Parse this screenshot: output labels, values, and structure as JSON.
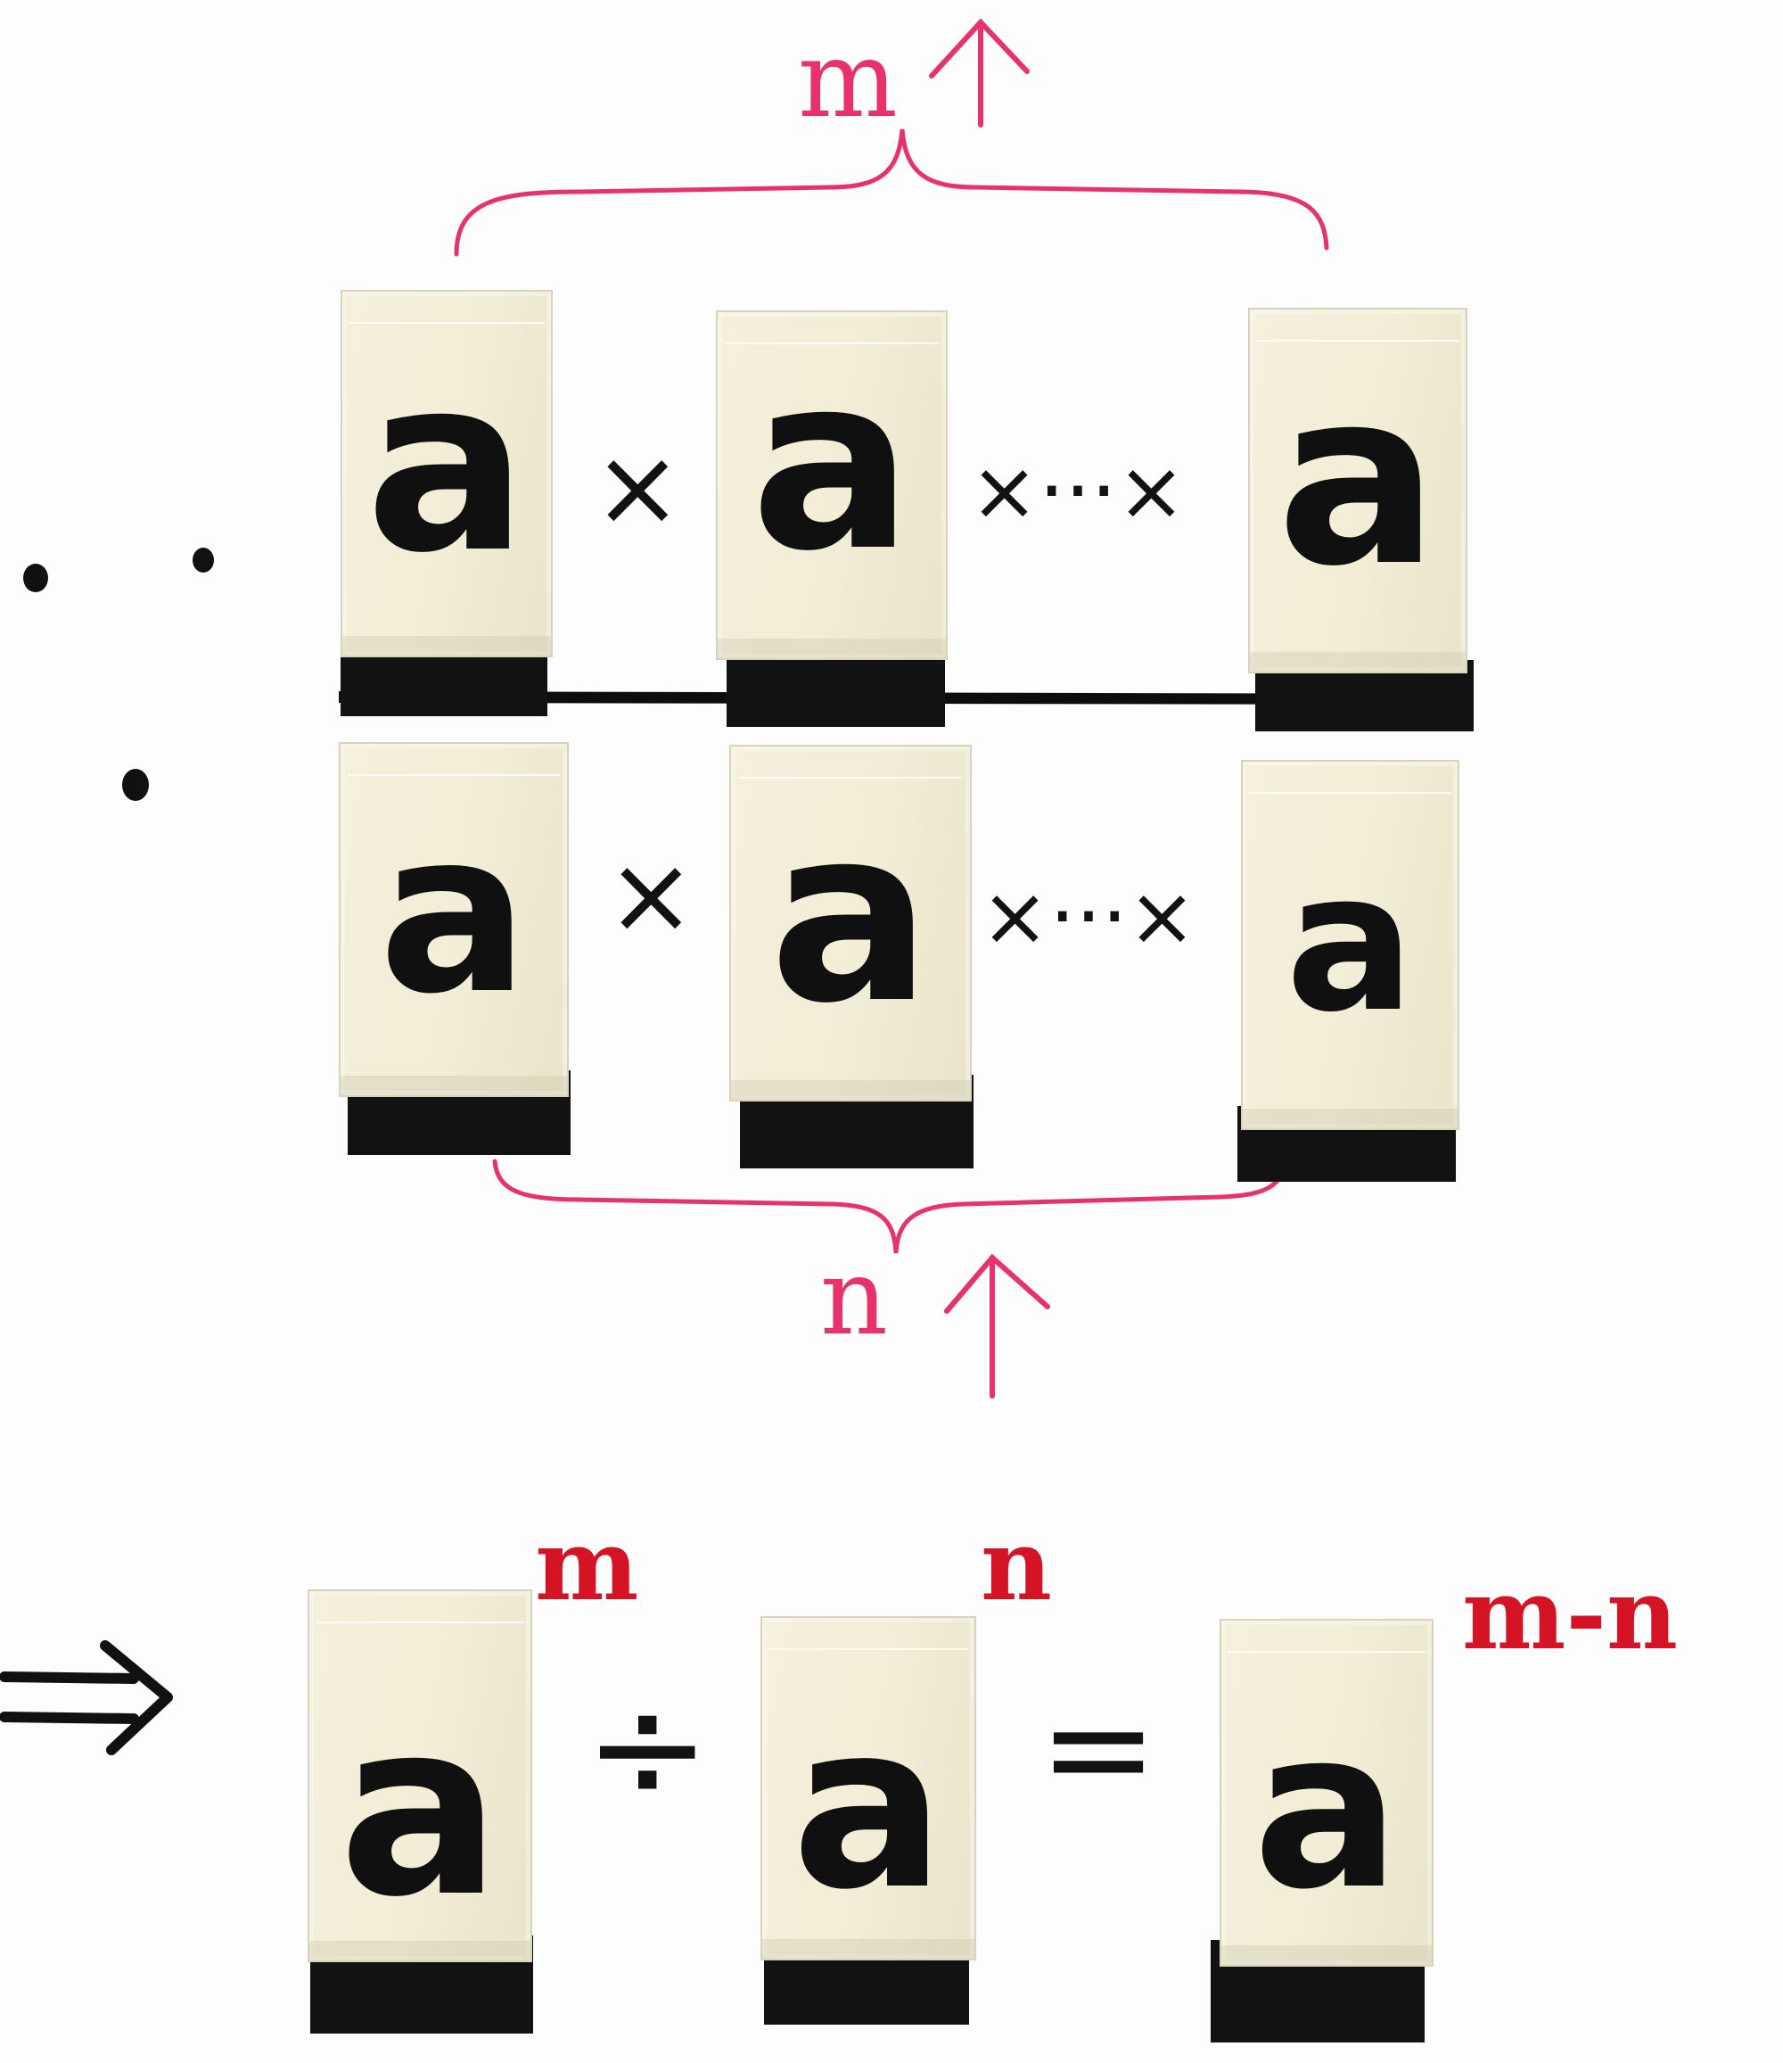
{
  "colors": {
    "ink": "#111111",
    "brace": "#e8336a",
    "exponent": "#d41424",
    "block": "#f2eed8"
  },
  "numerator": {
    "tiles": [
      "a",
      "a",
      "a"
    ],
    "ops": [
      "×",
      "×···×"
    ]
  },
  "denominator": {
    "tiles": [
      "a",
      "a",
      "a"
    ],
    "ops": [
      "×",
      "×···×"
    ]
  },
  "brace_top": {
    "label": "m"
  },
  "brace_bottom": {
    "label": "n"
  },
  "result": {
    "implies": "⇒",
    "tiles": [
      "a",
      "a",
      "a"
    ],
    "exponents": [
      "m",
      "n",
      "m-n"
    ],
    "divide": "÷",
    "equals": "="
  }
}
